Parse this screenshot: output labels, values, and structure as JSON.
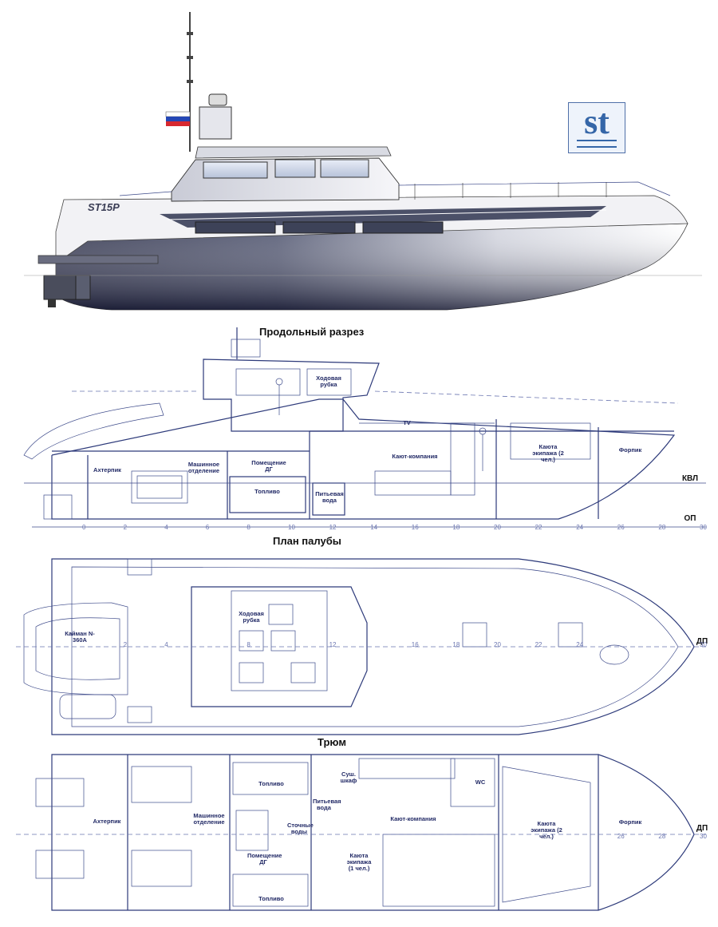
{
  "render": {
    "hull_name": "ST15P",
    "flag_colors": [
      "#ffffff",
      "#2447b5",
      "#d7282f"
    ]
  },
  "logo": {
    "text": "st"
  },
  "sections": {
    "longitudinal": "Продольный разрез",
    "deck_plan": "План палубы",
    "hold": "Трюм"
  },
  "longitudinal_labels": {
    "wheelhouse": "Ходовая рубка",
    "aft_peak": "Ахтерпик",
    "engine_room": "Машинное отделение",
    "generator_room": "Помещение ДГ",
    "fuel": "Топливо",
    "drinking_water": "Питьевая вода",
    "tv": "TV",
    "mess_room": "Кают-компания",
    "crew_cabin": "Каюта экипажа (2 чел.)",
    "fore_peak": "Форпик",
    "waterline": "КВЛ",
    "baseline": "ОП"
  },
  "deck_labels": {
    "dinghy": "Кайман N-360A",
    "wheelhouse": "Ходовая рубка",
    "centerline": "ДП"
  },
  "hold_labels": {
    "aft_peak": "Ахтерпик",
    "engine_room": "Машинное отделение",
    "fuel_top": "Топливо",
    "generator_room": "Помещение ДГ",
    "fuel_bottom": "Топливо",
    "dry_cabinet": "Суш. шкаф",
    "drinking_water": "Питьевая вода",
    "sewage": "Сточные воды",
    "crew_cabin_1": "Каюта экипажа (1 чел.)",
    "mess_room": "Кают-компания",
    "wc": "WC",
    "crew_cabin_2": "Каюта экипажа (2 чел.)",
    "fore_peak": "Форпик",
    "centerline": "ДП"
  },
  "frame_ticks": [
    "0",
    "2",
    "4",
    "6",
    "8",
    "10",
    "12",
    "14",
    "16",
    "18",
    "20",
    "22",
    "24",
    "26",
    "28",
    "30"
  ],
  "deck_ticks": [
    "2",
    "4",
    "8",
    "12",
    "16",
    "18",
    "20",
    "22",
    "24",
    "30"
  ],
  "hold_ticks": [
    "26",
    "28",
    "30"
  ]
}
